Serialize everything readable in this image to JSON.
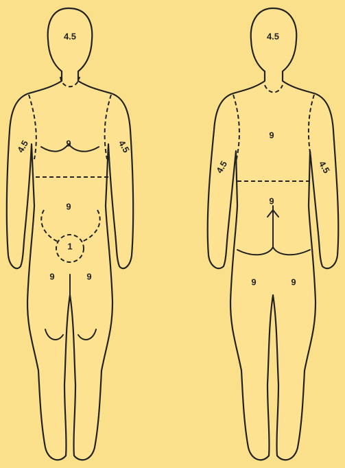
{
  "background_color": "#fbe08c",
  "figures": {
    "front": {
      "head": "4.5",
      "chest": "9",
      "arm_left": "4.5",
      "arm_right": "4.5",
      "abdomen": "9",
      "groin": "1",
      "leg_left": "9",
      "leg_right": "9"
    },
    "back": {
      "head": "4.5",
      "upper_back": "9",
      "arm_left": "4.5",
      "arm_right": "4.5",
      "lower_back": "9",
      "leg_left": "9",
      "leg_right": "9"
    }
  }
}
